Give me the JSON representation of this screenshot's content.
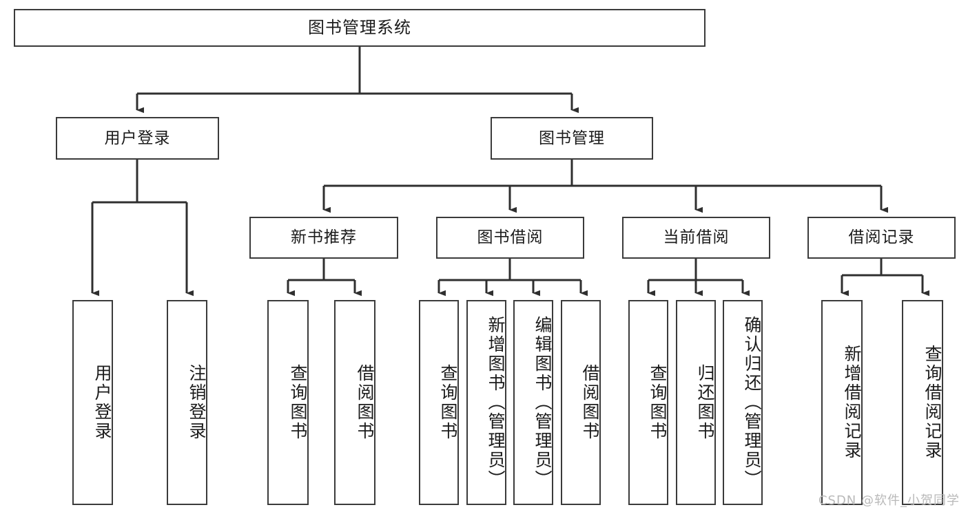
{
  "diagram": {
    "type": "tree",
    "title": "图书管理系统",
    "orientation": "top-down",
    "colors": {
      "box_border": "#3a3a3a",
      "box_fill": "#ffffff",
      "connector": "#2f2f2f",
      "text": "#1b1b1b",
      "watermark": "#b9b9b9",
      "background": "#ffffff"
    },
    "root": {
      "label": "图书管理系统"
    },
    "level2": [
      {
        "id": "user-login",
        "label": "用户登录"
      },
      {
        "id": "book-manage",
        "label": "图书管理"
      }
    ],
    "level3": [
      {
        "id": "new-book-recommend",
        "label": "新书推荐",
        "parent": "book-manage"
      },
      {
        "id": "book-borrow",
        "label": "图书借阅",
        "parent": "book-manage"
      },
      {
        "id": "current-borrow",
        "label": "当前借阅",
        "parent": "book-manage"
      },
      {
        "id": "borrow-record",
        "label": "借阅记录",
        "parent": "book-manage"
      }
    ],
    "leaves": {
      "user_login": [
        {
          "id": "leaf-user-login",
          "label": "用户登录"
        },
        {
          "id": "leaf-logout-login",
          "label": "注销登录"
        }
      ],
      "new_book_recommend": [
        {
          "id": "leaf-query-book-1",
          "label": "查询图书"
        },
        {
          "id": "leaf-borrow-book-1",
          "label": "借阅图书"
        }
      ],
      "book_borrow": [
        {
          "id": "leaf-query-book-2",
          "label": "查询图书"
        },
        {
          "id": "leaf-add-book",
          "label": "新增图书（管理员）"
        },
        {
          "id": "leaf-edit-book",
          "label": "编辑图书（管理员）"
        },
        {
          "id": "leaf-borrow-book-2",
          "label": "借阅图书"
        }
      ],
      "current_borrow": [
        {
          "id": "leaf-query-book-3",
          "label": "查询图书"
        },
        {
          "id": "leaf-return-book",
          "label": "归还图书"
        },
        {
          "id": "leaf-confirm-return",
          "label": "确认归还（管理员）"
        }
      ],
      "borrow_record": [
        {
          "id": "leaf-add-record",
          "label": "新增借阅记录"
        },
        {
          "id": "leaf-query-record",
          "label": "查询借阅记录"
        }
      ]
    }
  },
  "watermark": {
    "text": "CSDN @软件_小贺同学"
  }
}
